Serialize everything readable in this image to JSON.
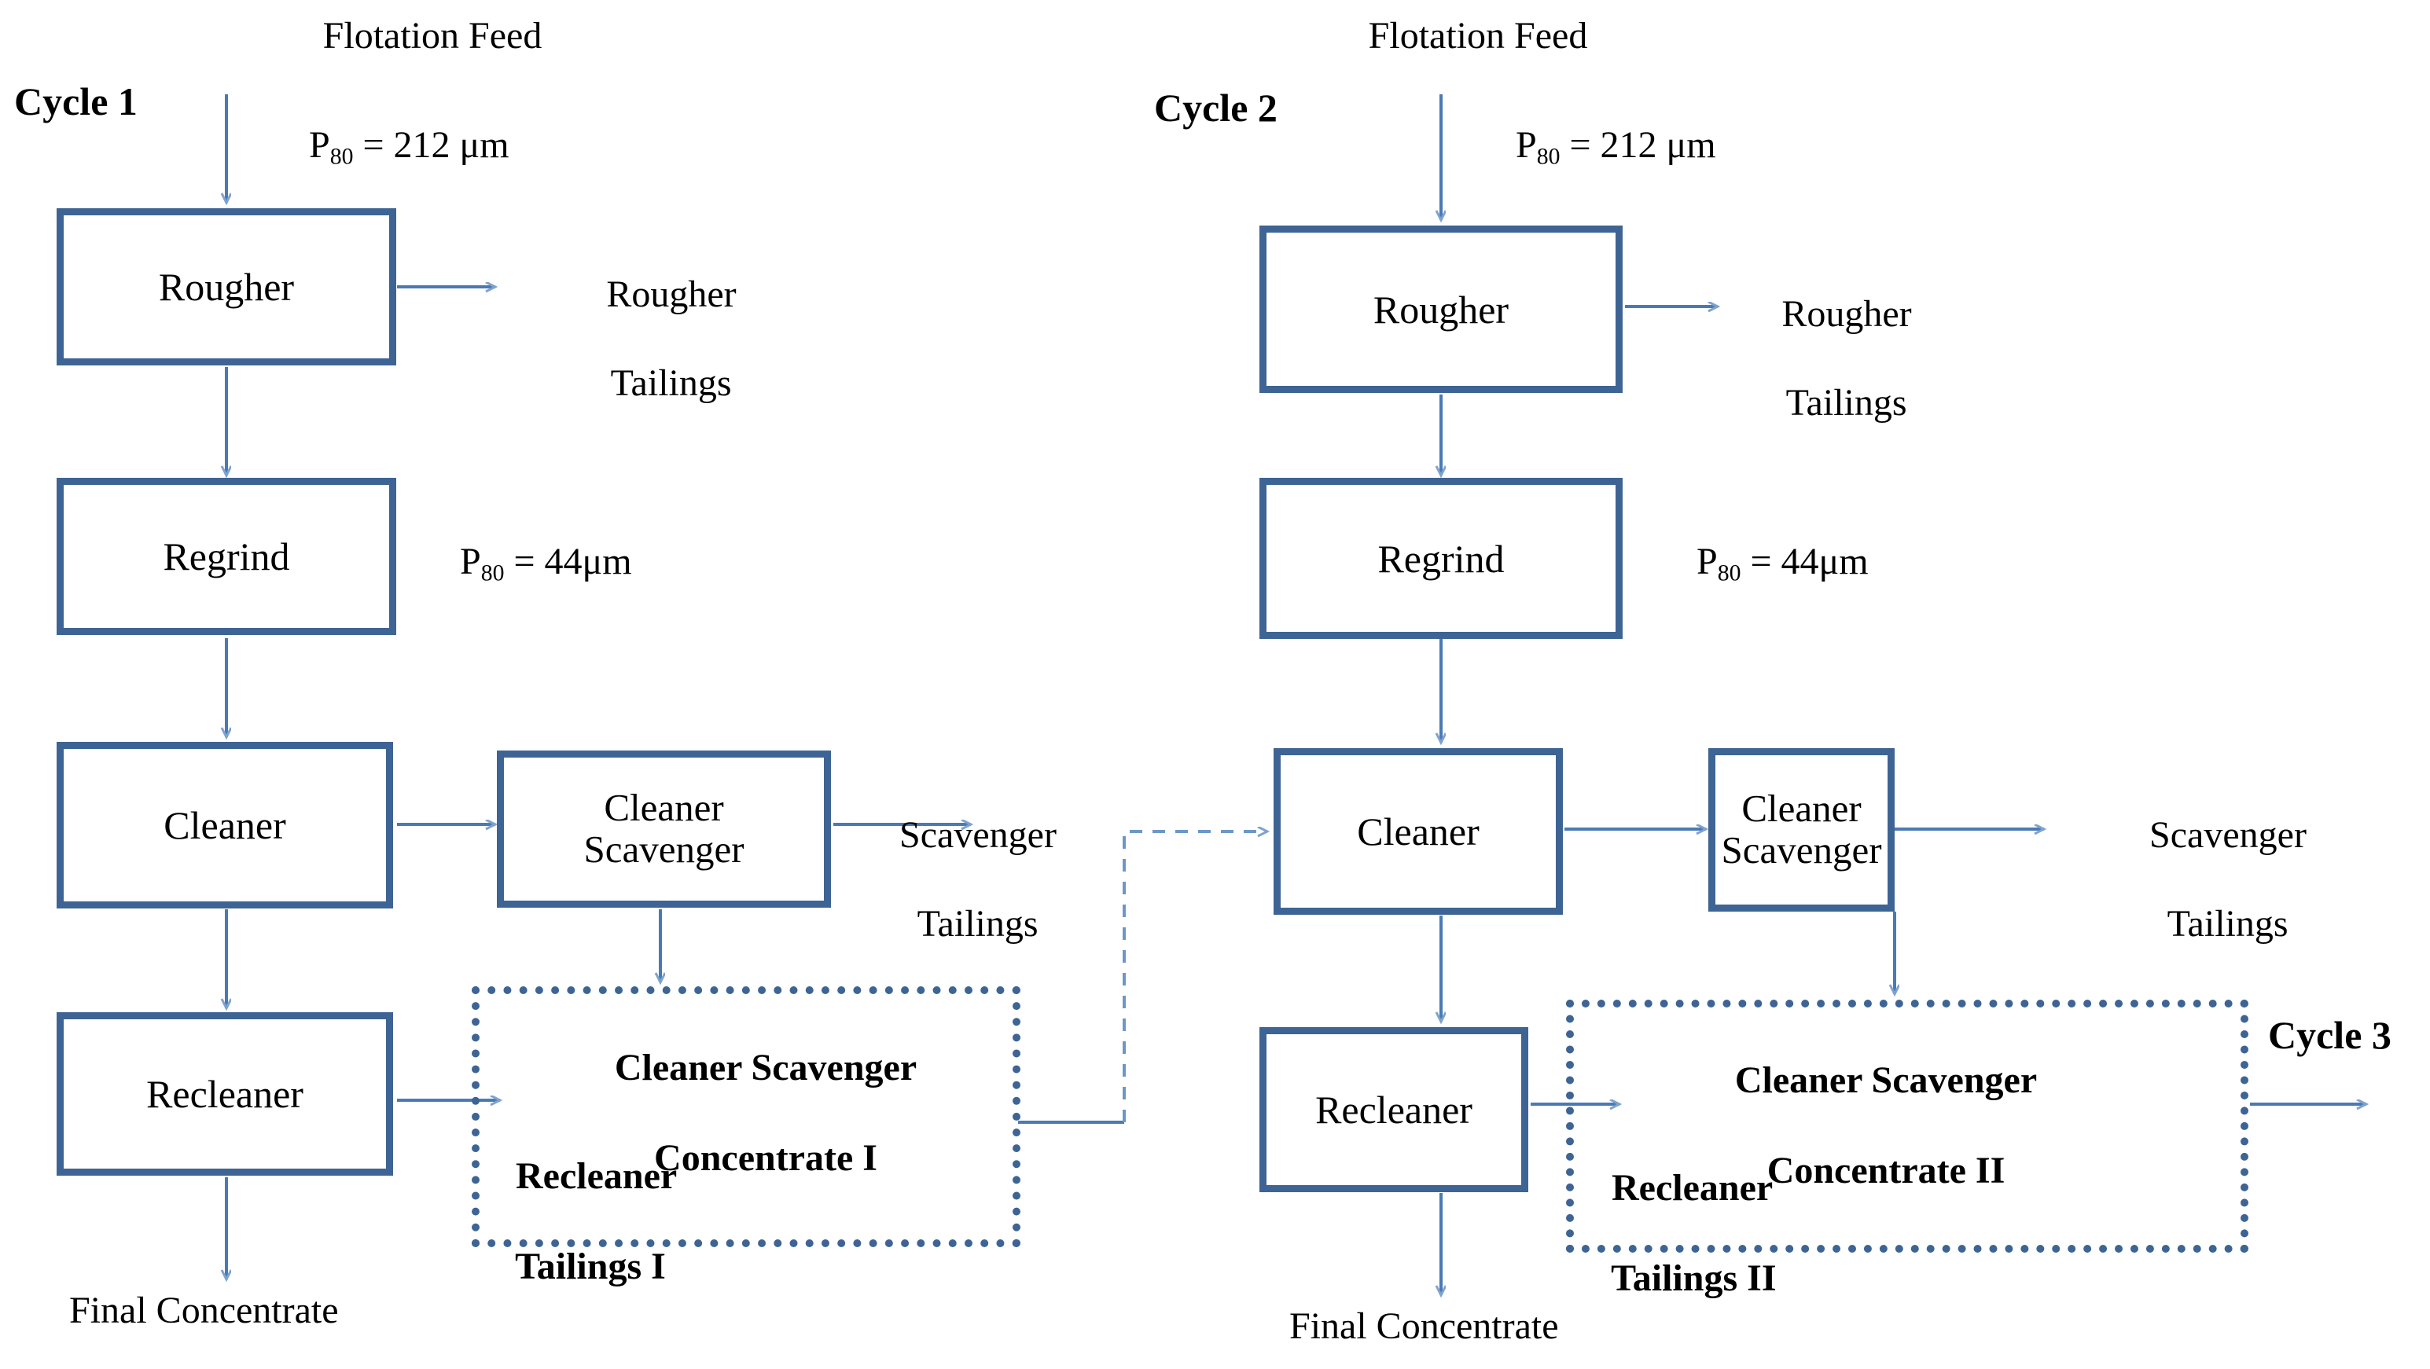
{
  "diagram": {
    "title": "Two-cycle locked-cycle flotation test flowsheet",
    "accent_box_color": "#3d6494",
    "accent_arrow_color": "#4a7ab5",
    "cycles": [
      {
        "id": "cycle-1",
        "label": "Cycle 1",
        "feed": {
          "name": "Flotation Feed",
          "p80_prefix": "P",
          "p80_sub": "80",
          "p80_value": " = 212 μm"
        },
        "regrind_note": {
          "prefix": "P",
          "sub": "80",
          "value": " = 44μm"
        },
        "units": [
          {
            "name": "Rougher"
          },
          {
            "name": "Regrind"
          },
          {
            "name": "Cleaner"
          },
          {
            "name": "Cleaner Scavenger",
            "line1": "Cleaner",
            "line2": "Scavenger"
          },
          {
            "name": "Recleaner"
          }
        ],
        "streams": [
          {
            "name": "Rougher Tailings",
            "line1": "Rougher",
            "line2": "Tailings"
          },
          {
            "name": "Scavenger Tailings",
            "line1": "Scavenger",
            "line2": "Tailings"
          },
          {
            "name": "Final Concentrate"
          }
        ],
        "product_box": {
          "concentrate": "Cleaner Scavenger",
          "concentrate_2": "Concentrate I",
          "tailings_1": "Recleaner",
          "tailings_2": "Tailings I"
        }
      },
      {
        "id": "cycle-2",
        "label": "Cycle 2",
        "feed": {
          "name": "Flotation Feed",
          "p80_prefix": "P",
          "p80_sub": "80",
          "p80_value": " = 212 μm"
        },
        "regrind_note": {
          "prefix": "P",
          "sub": "80",
          "value": " = 44μm"
        },
        "units": [
          {
            "name": "Rougher"
          },
          {
            "name": "Regrind"
          },
          {
            "name": "Cleaner"
          },
          {
            "name": "Cleaner Scavenger",
            "line1": "Cleaner",
            "line2": "Scavenger"
          },
          {
            "name": "Recleaner"
          }
        ],
        "streams": [
          {
            "name": "Rougher Tailings",
            "line1": "Rougher",
            "line2": "Tailings"
          },
          {
            "name": "Scavenger Tailings",
            "line1": "Scavenger",
            "line2": "Tailings"
          },
          {
            "name": "Final Concentrate"
          }
        ],
        "product_box": {
          "concentrate": "Cleaner Scavenger",
          "concentrate_2": "Concentrate II",
          "tailings_1": "Recleaner",
          "tailings_2": "Tailings II"
        }
      }
    ],
    "next_cycle_label": "Cycle 3"
  }
}
